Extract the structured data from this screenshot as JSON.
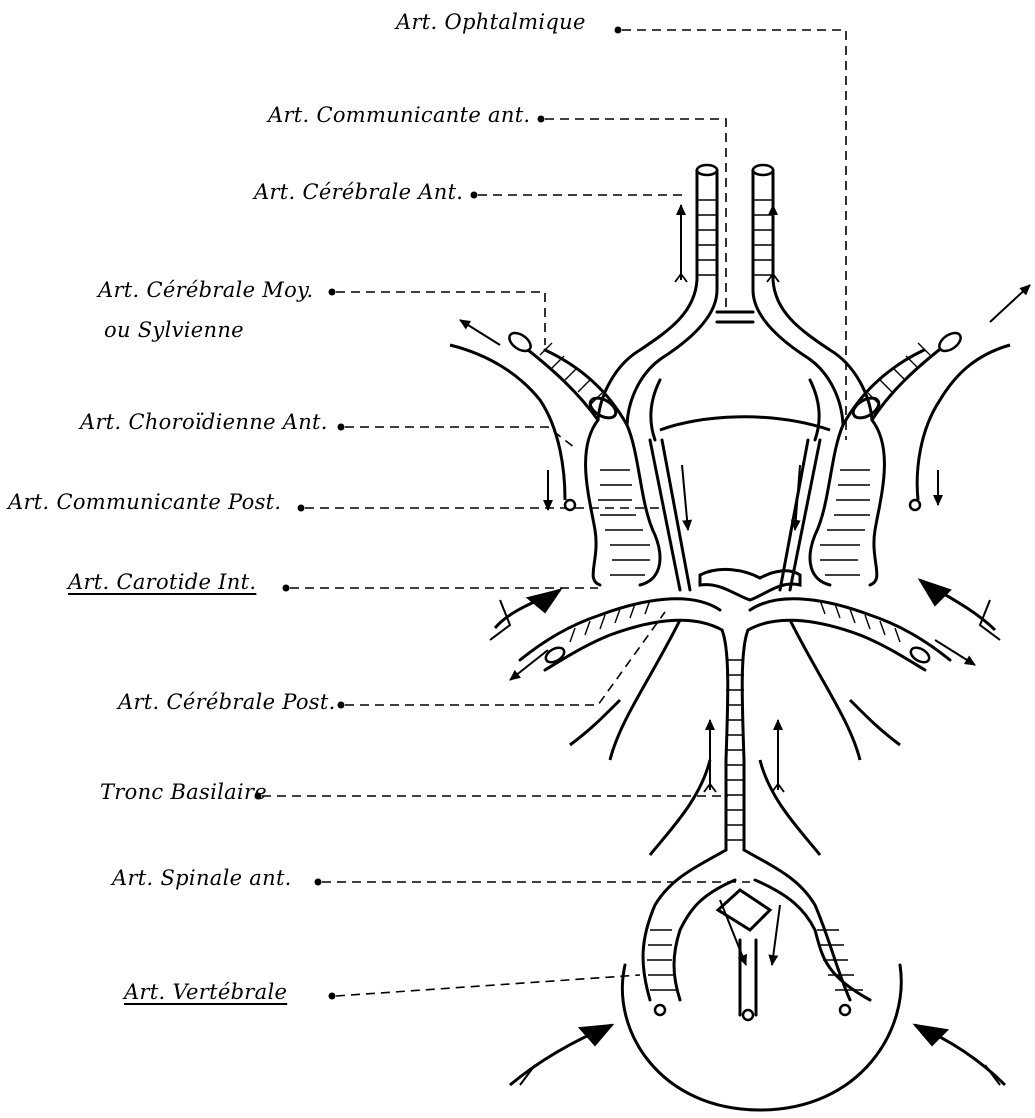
{
  "labels": {
    "ophtalmique": "Art. Ophtalmique",
    "communicante_ant": "Art. Communicante ant.",
    "cerebrale_ant": "Art. Cérébrale Ant.",
    "cerebrale_moy": "Art. Cérébrale Moy.",
    "cerebrale_moy_2": "ou Sylvienne",
    "choroidienne_ant": "Art. Choroïdienne Ant.",
    "communicante_post": "Art. Communicante Post.",
    "carotide_int": "Art. Carotide Int.",
    "cerebrale_post": "Art. Cérébrale Post.",
    "tronc_basilaire": "Tronc Basilaire",
    "spinale_ant": "Art. Spinale ant.",
    "vertebrale": "Art. Vertébrale"
  },
  "colors": {
    "ink": "#000000",
    "paper": "#ffffff"
  }
}
